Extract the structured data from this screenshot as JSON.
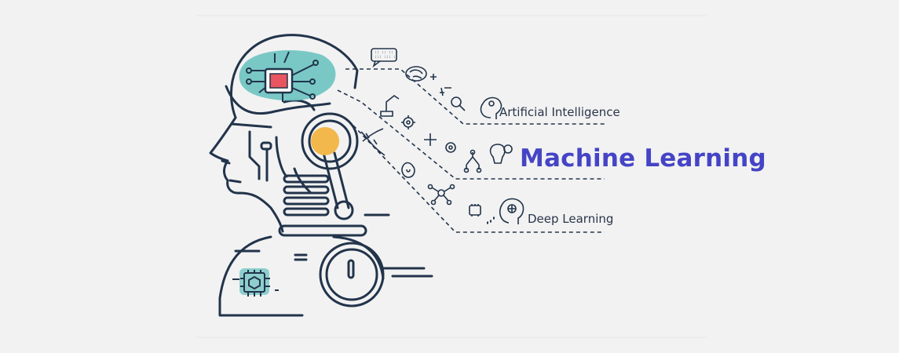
{
  "labels": {
    "artificial_intelligence": "Artificial Intelligence",
    "machine_learning": "Machine Learning",
    "deep_learning": "Deep Learning"
  },
  "colors": {
    "background": "#f2f2f2",
    "outline": "#22344b",
    "teal": "#6cc3c1",
    "chip_red": "#e8545f",
    "eye_yellow": "#f2b84b",
    "accent_blue": "#4544c6"
  },
  "icons": [
    "robot-head-icon",
    "brain-chip-icon",
    "cpu-chip-icon",
    "speech-bubble-icon",
    "brain-icon",
    "plus-minus-icon",
    "magnifier-icon",
    "ai-head-icon",
    "robot-arm-icon",
    "gear-icon",
    "dna-icon",
    "fingerprint-icon",
    "network-icon",
    "hierarchy-icon",
    "lightbulb-gear-icon",
    "processor-icon",
    "bar-chart-icon",
    "target-head-icon"
  ]
}
